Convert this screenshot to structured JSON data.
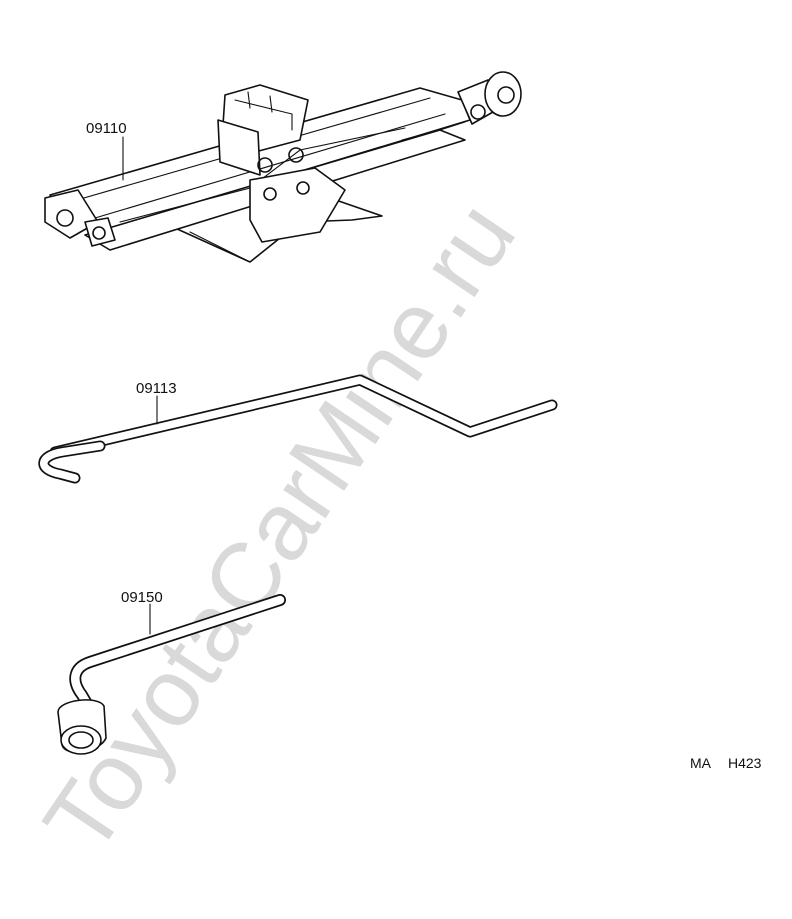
{
  "watermark": "ToyotaCarMine.ru",
  "parts": [
    {
      "part_number": "09110",
      "name": "jack"
    },
    {
      "part_number": "09113",
      "name": "jack-handle"
    },
    {
      "part_number": "09150",
      "name": "wheel-nut-wrench"
    }
  ],
  "diagram_code": {
    "prefix": "MA",
    "id": "H423"
  },
  "colors": {
    "ink": "#111111",
    "background": "#ffffff",
    "watermark": "#d9d9d9"
  }
}
